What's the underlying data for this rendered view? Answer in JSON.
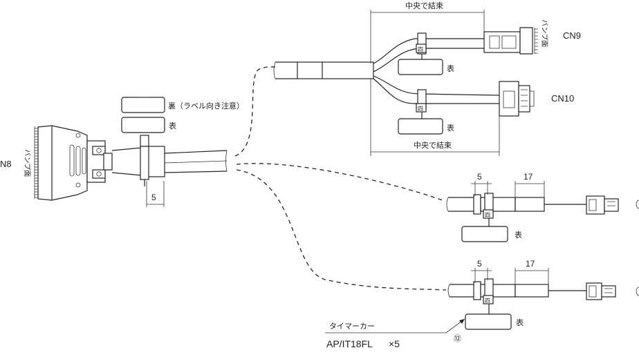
{
  "labels": {
    "left_connector": "N8",
    "pump_face": "バンプ面",
    "pump_face_cn9": "バンプ面",
    "cn9": "CN9",
    "cn10": "CN10",
    "center_bind_top": "中央で結束",
    "center_bind_bottom": "中央で結束",
    "back_label_note": "裏（ラベル向き注意）",
    "front": "表",
    "dim_5": "5",
    "dim_17": "17",
    "timer_marker": "タイマーカー",
    "part_number": "AP/IT18FL",
    "quantity": "×5",
    "callout": "⑫",
    "tie_mark": "四"
  }
}
